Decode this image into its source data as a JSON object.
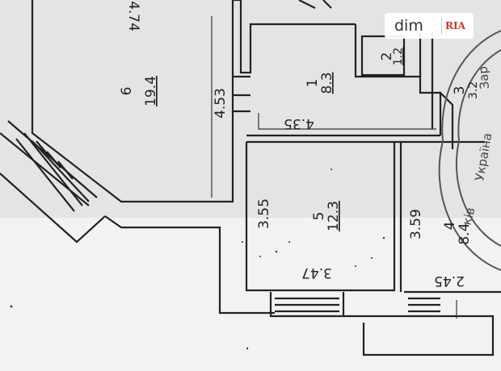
{
  "rooms": [
    {
      "id": "6",
      "number": "6",
      "area": "19.4"
    },
    {
      "id": "1",
      "number": "1",
      "area": "8.3"
    },
    {
      "id": "2",
      "number": "2",
      "area": "1.2"
    },
    {
      "id": "3",
      "number": "3",
      "area": "3.2"
    },
    {
      "id": "5",
      "number": "5",
      "area": "12.3"
    },
    {
      "id": "4",
      "number": "4",
      "area": "8.4"
    }
  ],
  "dimensions": {
    "d_474": "4.74",
    "d_453": "4.53",
    "d_435": "4.35",
    "d_355": "3.55",
    "d_359": "3.59",
    "d_347": "3.47",
    "d_245": "2.45"
  },
  "stamp": {
    "text_1": "Україна",
    "text_2": "Зар",
    "text_3": "ків"
  },
  "watermark": {
    "brand": "dim",
    "logo": "RIA"
  },
  "colors": {
    "paper": "#e9e9e9",
    "ink": "#222222",
    "watermark_bg": "#ffffff",
    "watermark_accent": "#c0392b"
  }
}
